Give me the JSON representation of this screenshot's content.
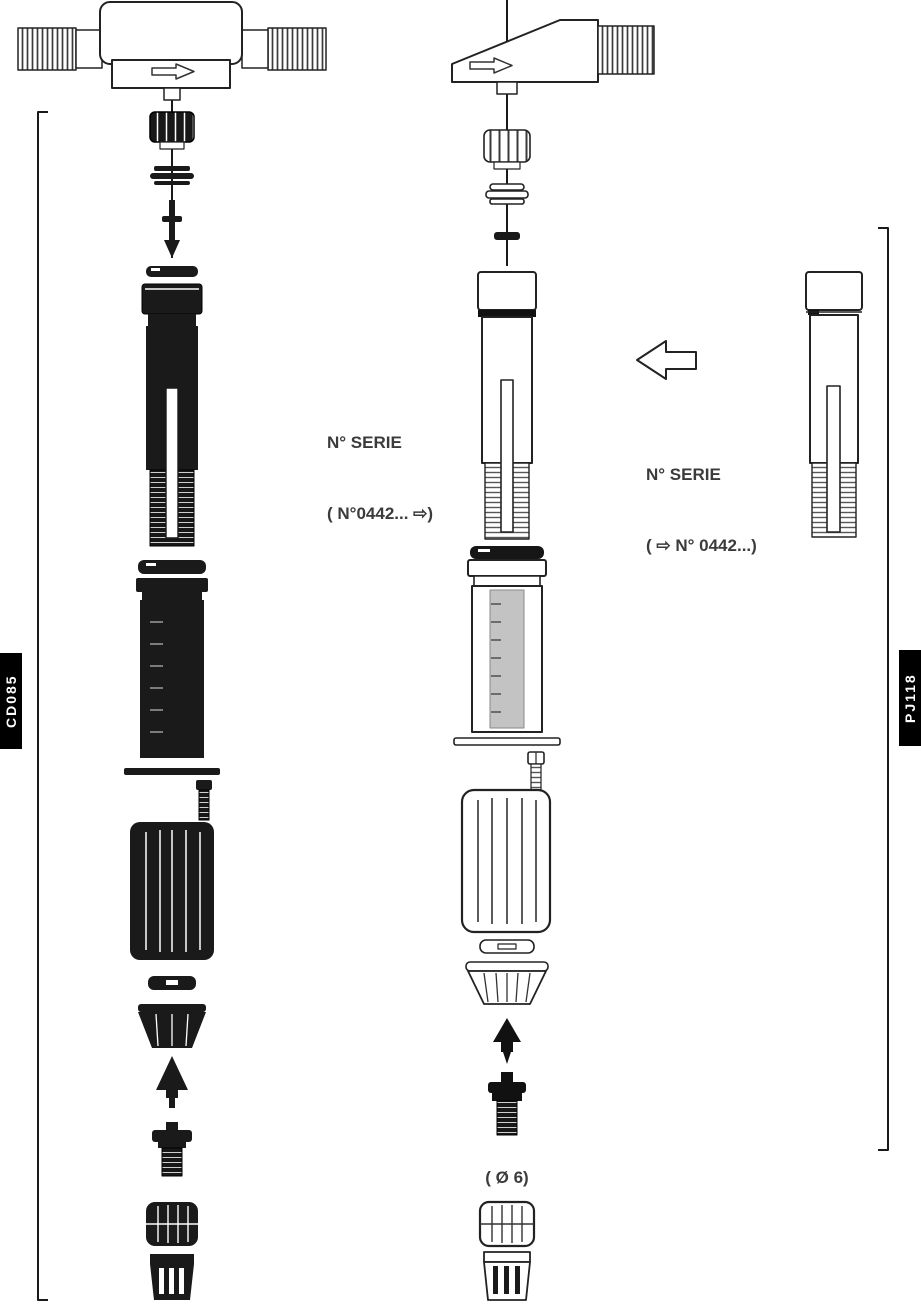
{
  "diagram": {
    "type": "exploded-parts-diagram",
    "background": "#ffffff",
    "ink": "#1a1a1a",
    "outline": "#2b2b2b"
  },
  "labels": {
    "left_assembly_code": "CD085",
    "right_assembly_code": "PJ118",
    "serie_left": {
      "line1": "N° SERIE",
      "line2": "( N°0442... ⇨)"
    },
    "serie_right": {
      "line1": "N° SERIE",
      "line2": "( ⇨ N° 0442...)"
    },
    "diameter_note": "( Ø 6)"
  },
  "assemblies": {
    "left": {
      "code": "CD085",
      "finish": "dark",
      "parts": [
        "pump-body",
        "coupling-nut",
        "seal-stack",
        "valve-pin",
        "retaining-ring",
        "injection-stem-cylinder",
        "seal-ring",
        "suction-tube",
        "clamp-plate",
        "screw",
        "ribbed-coupling",
        "washer",
        "cone-nut",
        "foot-valve",
        "hose-barb-fitting",
        "hose-nut",
        "strainer"
      ]
    },
    "middle": {
      "finish": "light",
      "serial_note": "N° SERIE ( N°0442... ⇨)",
      "parts": [
        "pump-body",
        "coupling-nut",
        "seal-stack",
        "washer",
        "injection-stem-cylinder",
        "seal-ring",
        "measuring-tube",
        "clamp-plate",
        "screw",
        "ribbed-coupling",
        "washer",
        "cone-nut",
        "foot-valve",
        "hose-barb-fitting",
        "hose-nut",
        "strainer"
      ]
    },
    "right": {
      "code": "PJ118",
      "finish": "light",
      "serial_note": "N° SERIE ( ⇨ N° 0442...)",
      "parts": [
        "injection-stem-cylinder"
      ]
    }
  }
}
